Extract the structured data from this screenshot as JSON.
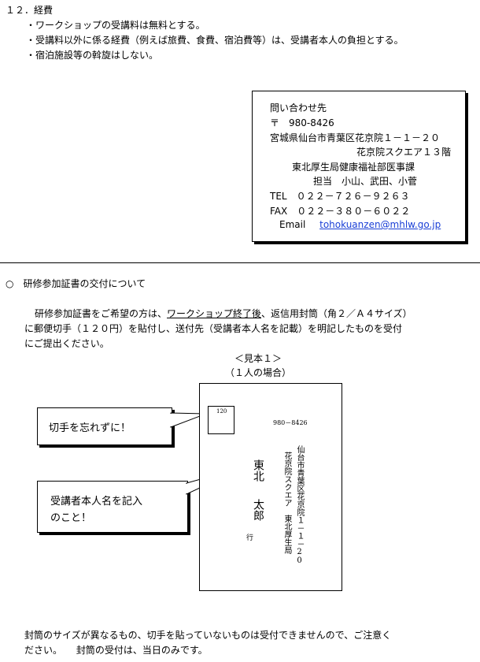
{
  "section12": {
    "heading": "１２．経費",
    "bullets": [
      "・ワークショップの受講料は無料とする。",
      "・受講料以外に係る経費（例えば旅費、食費、宿泊費等）は、受講者本人の負担とする。",
      "・宿泊施設等の斡旋はしない。"
    ]
  },
  "contact": {
    "title": "問い合わせ先",
    "postal": "〒　980-8426",
    "address1": "宮城県仙台市青葉区花京院１－１－２０",
    "address2": "花京院スクエア１３階",
    "office": "東北厚生局健康福祉部医事課",
    "staff": "担当　小山、武田、小菅",
    "tel": "TEL　０２２－７２６－９２６３",
    "fax": "FAX　０２２－３８０－６０２２",
    "email_label": "Email",
    "email": "tohokuanzen@mhlw.go.jp"
  },
  "certificate": {
    "heading": "○　研修参加証書の交付について",
    "para_a": "研修参加証書をご希望の方は、",
    "para_underlined": "ワークショップ終了後",
    "para_b": "、返信用封筒（角２／Ａ４サイズ）",
    "para_line2": "に郵便切手（１２０円）を貼付し、送付先（受講者本人名を記載）を明記したものを受付",
    "para_line3": "にご提出ください。",
    "sample_title": "＜見本１＞",
    "sample_sub": "（１人の場合）"
  },
  "envelope": {
    "stamp_value": "120",
    "postal": "980－8426",
    "address_col1": "仙台市青葉区花京院１－１－20",
    "address_col2": "花京院スクエア　東北厚生局",
    "name_col1": "東北",
    "name_col2": "太郎",
    "suffix": "行"
  },
  "callouts": {
    "stamp_note": "切手を忘れずに！",
    "name_note_line1": "受講者本人名を記入",
    "name_note_line2": "のこと！"
  },
  "footer": {
    "line1": "封筒のサイズが異なるもの、切手を貼っていないものは受付できませんので、ご注意く",
    "line2a": "ださい。",
    "line2b": "封筒の受付は、当日のみです。"
  }
}
